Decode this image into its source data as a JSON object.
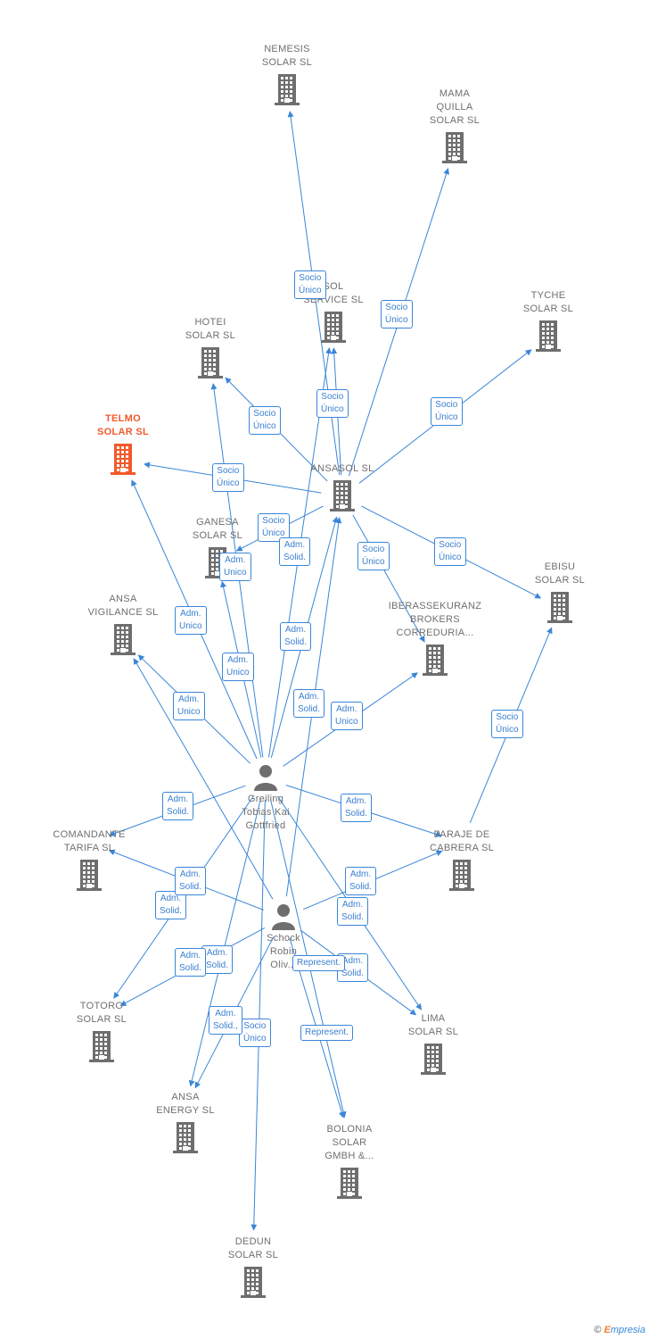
{
  "colors": {
    "edge": "#3a86d8",
    "company": "#6e6e6e",
    "focus": "#f15a2b",
    "tag_border": "#3a86d8"
  },
  "nodes": [
    {
      "id": "nemesis",
      "label": "NEMESIS\nSOLAR  SL",
      "kind": "company"
    },
    {
      "id": "mama",
      "label": "MAMA\nQUILLA\nSOLAR  SL",
      "kind": "company"
    },
    {
      "id": "service",
      "label": "SOL\nSERVICE  SL",
      "kind": "company"
    },
    {
      "id": "tyche",
      "label": "TYCHE\nSOLAR  SL",
      "kind": "company"
    },
    {
      "id": "hotei",
      "label": "HOTEI\nSOLAR  SL",
      "kind": "company"
    },
    {
      "id": "telmo",
      "label": "TELMO\nSOLAR  SL",
      "kind": "focus"
    },
    {
      "id": "ansasol",
      "label": "ANSASOL SL",
      "kind": "company"
    },
    {
      "id": "ganesa",
      "label": "GANESA\nSOLAR  SL",
      "kind": "company"
    },
    {
      "id": "ansavig",
      "label": "ANSA\nVIGILANCE  SL",
      "kind": "company"
    },
    {
      "id": "iberas",
      "label": "IBERASSEKURANZ\nBROKERS\nCORREDURIA...",
      "kind": "company"
    },
    {
      "id": "ebisu",
      "label": "EBISU\nSOLAR  SL",
      "kind": "company"
    },
    {
      "id": "greiling",
      "label": "Greiling\nTobias Kai\nGottfried",
      "kind": "person"
    },
    {
      "id": "comandante",
      "label": "COMANDANTE\nTARIFA  SL",
      "kind": "company"
    },
    {
      "id": "paraje",
      "label": "PARAJE DE\nCABRERA SL",
      "kind": "company"
    },
    {
      "id": "schock",
      "label": "Schock\nRobin\nOliv...",
      "kind": "person"
    },
    {
      "id": "totoro",
      "label": "TOTORO\nSOLAR SL",
      "kind": "company"
    },
    {
      "id": "lima",
      "label": "LIMA\nSOLAR SL",
      "kind": "company"
    },
    {
      "id": "ansaenergy",
      "label": "ANSA\nENERGY SL",
      "kind": "company"
    },
    {
      "id": "bolonia",
      "label": "BOLONIA\nSOLAR\nGMBH &...",
      "kind": "company"
    },
    {
      "id": "dedun",
      "label": "DEDUN\nSOLAR  SL",
      "kind": "company"
    }
  ],
  "edges": [
    {
      "from": "ansasol",
      "to": "nemesis",
      "label": "Socio\nÚnico"
    },
    {
      "from": "ansasol",
      "to": "mama",
      "label": "Socio\nÚnico"
    },
    {
      "from": "ansasol",
      "to": "service",
      "label": "Socio\nÚnico"
    },
    {
      "from": "ansasol",
      "to": "tyche",
      "label": "Socio\nÚnico"
    },
    {
      "from": "ansasol",
      "to": "hotei",
      "label": "Socio\nÚnico"
    },
    {
      "from": "ansasol",
      "to": "telmo",
      "label": "Socio\nÚnico"
    },
    {
      "from": "ansasol",
      "to": "ganesa",
      "label": "Socio\nÚnico"
    },
    {
      "from": "ansasol",
      "to": "iberas",
      "label": "Socio\nÚnico"
    },
    {
      "from": "ansasol",
      "to": "ebisu",
      "label": "Socio\nÚnico"
    },
    {
      "from": "paraje",
      "to": "ebisu",
      "label": "Socio\nÚnico"
    },
    {
      "from": "greiling",
      "to": "service",
      "label": "Adm.\nSolid."
    },
    {
      "from": "greiling",
      "to": "ansasol",
      "label": "Adm.\nSolid."
    },
    {
      "from": "greiling",
      "to": "ganesa",
      "label": "Adm.\nUnico"
    },
    {
      "from": "greiling",
      "to": "hotei",
      "label": "Adm.\nUnico"
    },
    {
      "from": "greiling",
      "to": "telmo",
      "label": "Adm.\nUnico"
    },
    {
      "from": "greiling",
      "to": "ansavig",
      "label": "Adm.\nUnico"
    },
    {
      "from": "greiling",
      "to": "iberas",
      "label": "Adm.\nUnico"
    },
    {
      "from": "greiling",
      "to": "comandante",
      "label": "Adm.\nSolid."
    },
    {
      "from": "greiling",
      "to": "paraje",
      "label": "Adm.\nSolid."
    },
    {
      "from": "greiling",
      "to": "totoro",
      "label": "Adm.\nSolid."
    },
    {
      "from": "greiling",
      "to": "lima",
      "label": "Adm.\nSolid."
    },
    {
      "from": "greiling",
      "to": "ansaenergy",
      "label": "Adm.\nSolid."
    },
    {
      "from": "greiling",
      "to": "dedun",
      "label": "Socio\nÚnico"
    },
    {
      "from": "greiling",
      "to": "bolonia",
      "label": "Represent."
    },
    {
      "from": "schock",
      "to": "ansasol",
      "label": "Adm.\nSolid."
    },
    {
      "from": "schock",
      "to": "comandante",
      "label": "Adm.\nSolid."
    },
    {
      "from": "schock",
      "to": "paraje",
      "label": "Adm.\nSolid."
    },
    {
      "from": "schock",
      "to": "totoro",
      "label": "Adm.\nSolid."
    },
    {
      "from": "schock",
      "to": "lima",
      "label": "Adm.\nSolid."
    },
    {
      "from": "schock",
      "to": "ansaenergy",
      "label": "Adm.\nSolid.,"
    },
    {
      "from": "schock",
      "to": "bolonia",
      "label": "Represent."
    },
    {
      "from": "schock",
      "to": "ansavig",
      "label": "Adm.\nUnico"
    }
  ],
  "credit": {
    "symbol": "©",
    "brand_e": "E",
    "brand_rest": "mpresia"
  }
}
